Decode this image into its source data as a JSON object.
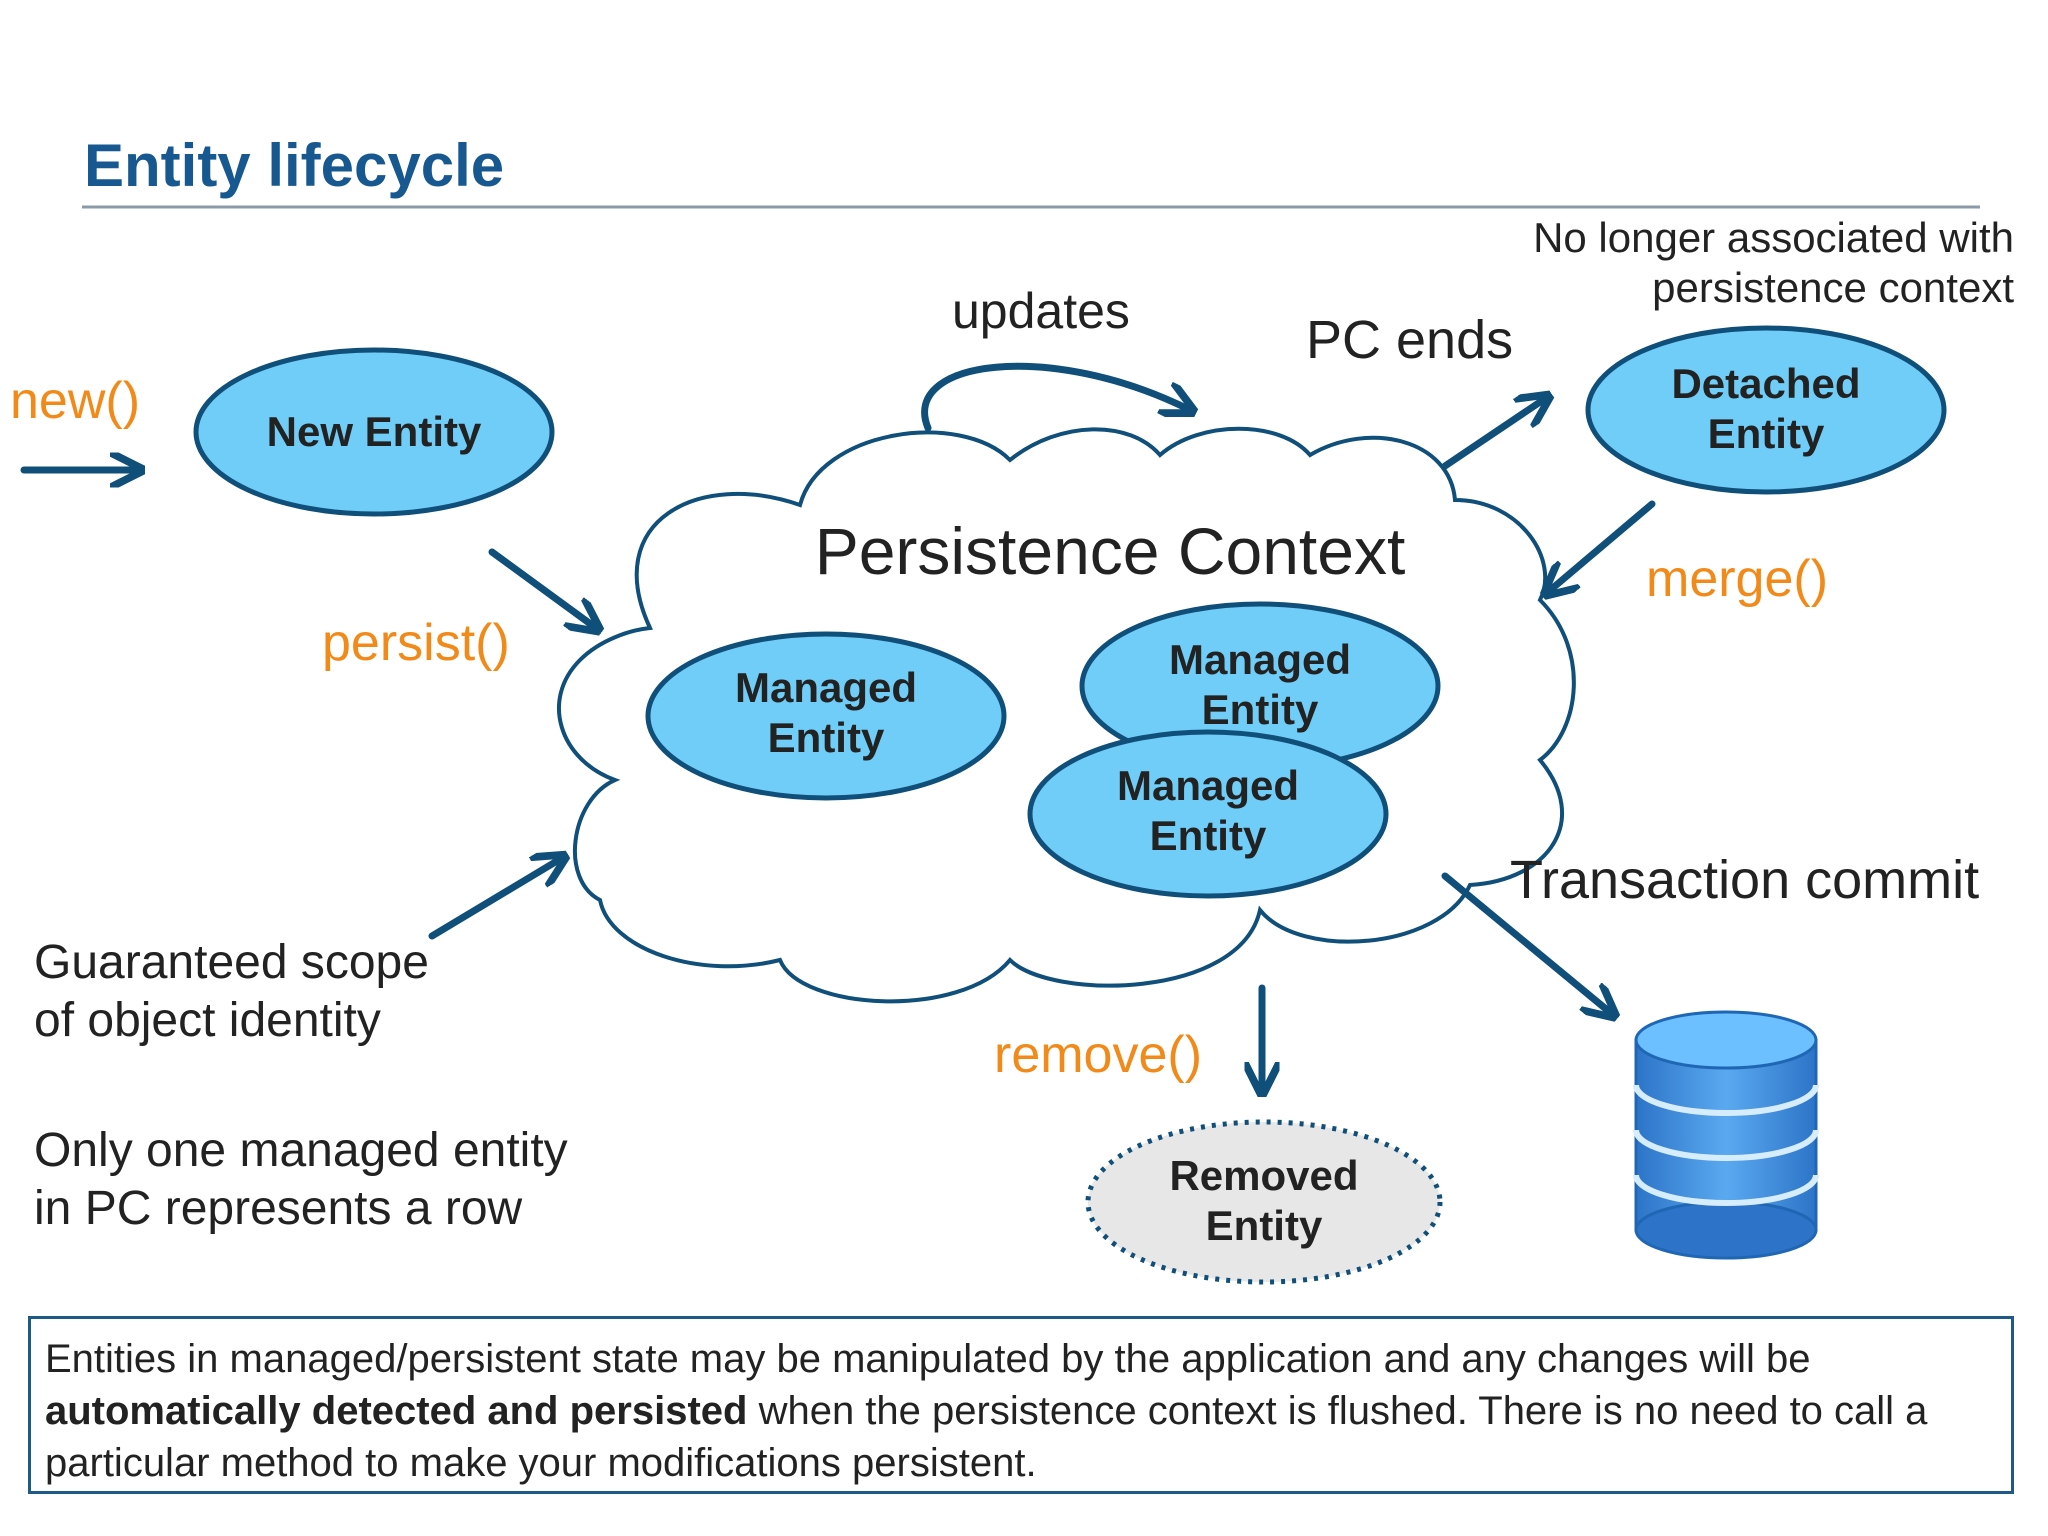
{
  "title": "Entity lifecycle",
  "colors": {
    "title_blue": "#16588f",
    "arrow_blue": "#0f4f7a",
    "ellipse_fill": "#6fcdf7",
    "removed_fill": "#e7e7e7",
    "orange_label": "#f28a1a",
    "db_blue": "#3d8fe0"
  },
  "labels": {
    "new_call": "new()",
    "persist_call": "persist()",
    "merge_call": "merge()",
    "remove_call": "remove()",
    "updates": "updates",
    "pc_ends": "PC ends",
    "detached_note_line1": "No longer associated with",
    "detached_note_line2": "persistence context",
    "transaction_commit": "Transaction commit",
    "persistence_context": "Persistence Context"
  },
  "entities": {
    "new": [
      "New Entity"
    ],
    "detached": [
      "Detached",
      "Entity"
    ],
    "managed_1": [
      "Managed",
      "Entity"
    ],
    "managed_2": [
      "Managed",
      "Entity"
    ],
    "managed_3": [
      "Managed",
      "Entity"
    ],
    "removed": [
      "Removed",
      "Entity"
    ]
  },
  "notes": {
    "scope_line1": "Guaranteed scope",
    "scope_line2": "of object identity",
    "row_line1": "Only one managed entity",
    "row_line2": "in PC represents a row"
  },
  "footer": {
    "part1": "Entities in managed/persistent state may be manipulated by the application and any changes will be ",
    "bold": "automatically detected and persisted",
    "part2": " when the persistence context is flushed. There is no need to call a particular method to make your modifications persistent."
  },
  "icons": [
    "database-icon",
    "cloud-shape",
    "arrow-icon"
  ]
}
